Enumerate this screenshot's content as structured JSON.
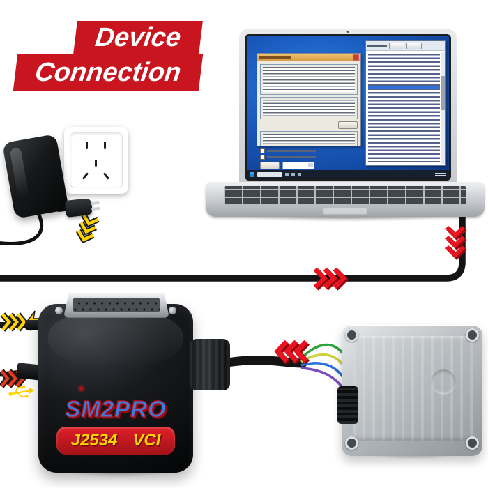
{
  "banner": {
    "line1": "Device",
    "line2": "Connection"
  },
  "device": {
    "name": "SM2PRO",
    "model": "J2534",
    "type": "VCI"
  },
  "colors": {
    "banner_red": "#c8151f",
    "arrow_red": "#ea1420",
    "arrow_yellow": "#ffd200",
    "device_name_blue": "#4079dc",
    "badge_red": "#cf1a22",
    "badge_text_yellow": "#ffd400",
    "cable_black": "#141414",
    "wire_green": "#2fa43c",
    "wire_yellow": "#cfd23e",
    "wire_blue": "#2f6fd8",
    "wire_purple": "#7a4bbf"
  },
  "icons": {
    "lightning": "power-bolt",
    "usb": "usb-trident",
    "chevrons_right": "flow-right",
    "chevrons_left": "flow-left",
    "chevrons_down": "flow-down"
  }
}
